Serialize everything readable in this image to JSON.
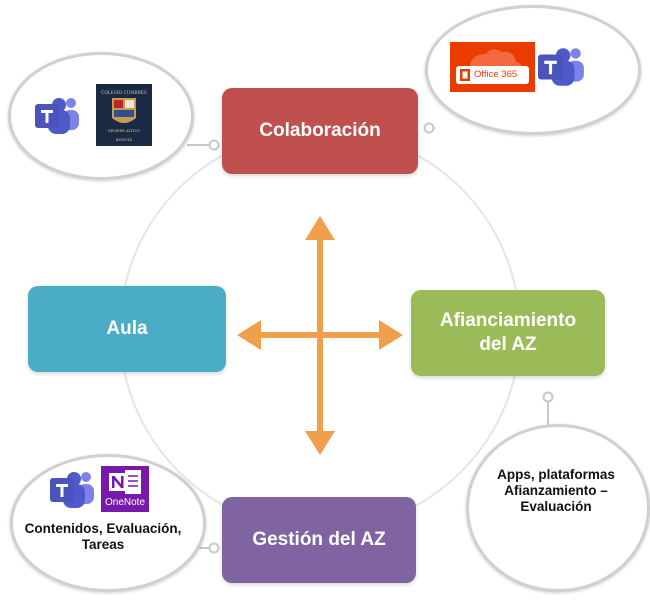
{
  "nodes": {
    "colaboracion": "Colaboración",
    "aula": "Aula",
    "afianciamiento": "Afianciamiento del AZ",
    "gestion": "Gestión del AZ"
  },
  "bubbles": {
    "top_left": {
      "icons": [
        "teams-icon",
        "school-crest-logo"
      ]
    },
    "top_right": {
      "icons": [
        "office365-logo",
        "teams-icon"
      ],
      "office_label": "Office 365"
    },
    "bottom_right": {
      "text": "Apps, plataformas Afianzamiento – Evaluación"
    },
    "bottom_left": {
      "icons": [
        "teams-icon",
        "onenote-icon"
      ],
      "onenote_label": "OneNote",
      "text": "Contenidos, Evaluación, Tareas"
    }
  },
  "colors": {
    "colaboracion": "#c0504d",
    "aula": "#4bacc6",
    "afianciamiento": "#9bbb59",
    "gestion": "#8064a2",
    "arrows": "#f0a04b",
    "teams": "#5b5fc7",
    "office": "#eb3c00",
    "onenote": "#7719aa"
  }
}
